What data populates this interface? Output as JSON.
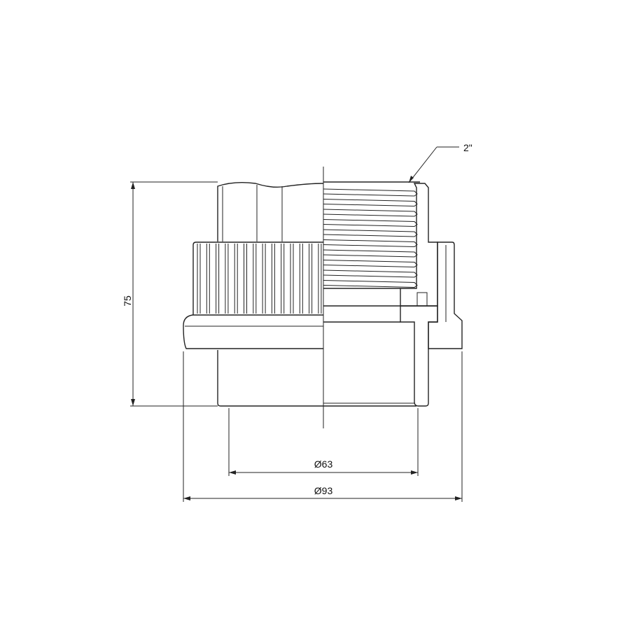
{
  "drawing": {
    "thread_callout": "2\"",
    "height_dimension": "75",
    "inner_diameter_dimension": "Ø63",
    "outer_diameter_dimension": "Ø93"
  },
  "colors": {
    "line": "#222222",
    "background": "#ffffff"
  }
}
